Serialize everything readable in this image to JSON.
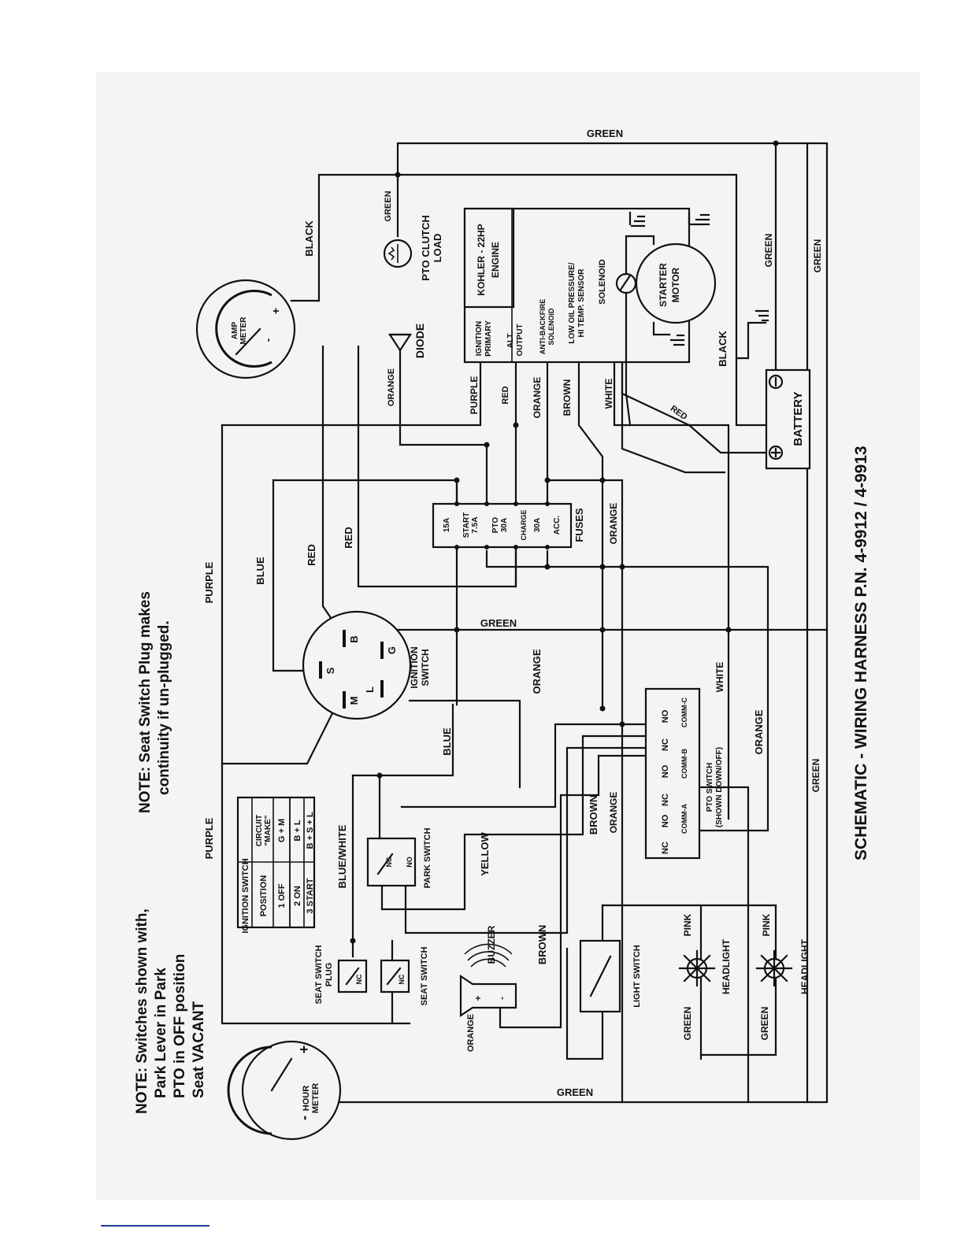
{
  "title": "SCHEMATIC - WIRING HARNESS P.N. 4-9912 / 4-9913",
  "notes": {
    "switches_lines": [
      "NOTE: Switches shown with,",
      "Park Lever in Park",
      "PTO in OFF position",
      "Seat VACANT"
    ],
    "seat_plug_lines": [
      "NOTE: Seat Switch Plug makes",
      "continuity if un-plugged."
    ]
  },
  "ignition_table": {
    "header_left": "IGNITION SWITCH",
    "col_position": "POSITION",
    "col_circuit": [
      "CIRCUIT",
      "\"MAKE\""
    ],
    "rows": [
      {
        "position": "1 OFF",
        "make": "G + M"
      },
      {
        "position": "2 ON",
        "make": "B + L"
      },
      {
        "position": "3 START",
        "make": "B + S + L"
      }
    ]
  },
  "components": {
    "hour_meter": [
      "HOUR",
      "METER"
    ],
    "amp_meter": [
      "AMP",
      "METER"
    ],
    "ignition_switch": [
      "IGNITION",
      "SWITCH"
    ],
    "ignition_terminals": [
      "S",
      "B",
      "G",
      "L",
      "M"
    ],
    "seat_switch_plug": [
      "SEAT SWITCH",
      "PLUG"
    ],
    "seat_switch": "SEAT SWITCH",
    "park_switch": "PARK SWITCH",
    "buzzer": "BUZZER",
    "light_switch": "LIGHT SWITCH",
    "headlight": "HEADLIGHT",
    "diode": "DIODE",
    "pto_clutch": [
      "PTO CLUTCH",
      "LOAD"
    ],
    "engine": [
      "KOHLER - 22HP",
      "ENGINE"
    ],
    "engine_terminals": [
      [
        "IGNITION",
        "PRIMARY"
      ],
      [
        "ALT.",
        "OUTPUT"
      ],
      [
        "ANTI-BACKFIRE",
        "SOLENOID"
      ],
      [
        "LOW OIL PRESSURE/",
        "HI TEMP. SENSOR"
      ]
    ],
    "solenoid": "SOLENOID",
    "starter": [
      "STARTER",
      "MOTOR"
    ],
    "battery": "BATTERY",
    "fuses": "FUSES",
    "fuse_labels": [
      [
        "15A",
        "START"
      ],
      [
        "7.5A",
        "PTO"
      ],
      [
        "30A",
        "CHARGE"
      ],
      [
        "30A",
        "ACC."
      ]
    ],
    "pto_switch": [
      "PTO SWITCH",
      "(SHOWN DOWN/OFF)"
    ],
    "pto_contacts": [
      "NC",
      "NO",
      "NC",
      "NO",
      "NC",
      "NO"
    ],
    "pto_comm": [
      "COMM-A",
      "COMM-B",
      "COMM-C"
    ],
    "nc": "NC",
    "no": "NO",
    "plus": "+",
    "minus": "-"
  },
  "wires": {
    "green": "GREEN",
    "black": "BLACK",
    "purple": "PURPLE",
    "blue": "BLUE",
    "red": "RED",
    "orange": "ORANGE",
    "brown": "BROWN",
    "white": "WHITE",
    "yellow": "YELLOW",
    "pink": "PINK",
    "blue_white": "BLUE/WHITE"
  }
}
